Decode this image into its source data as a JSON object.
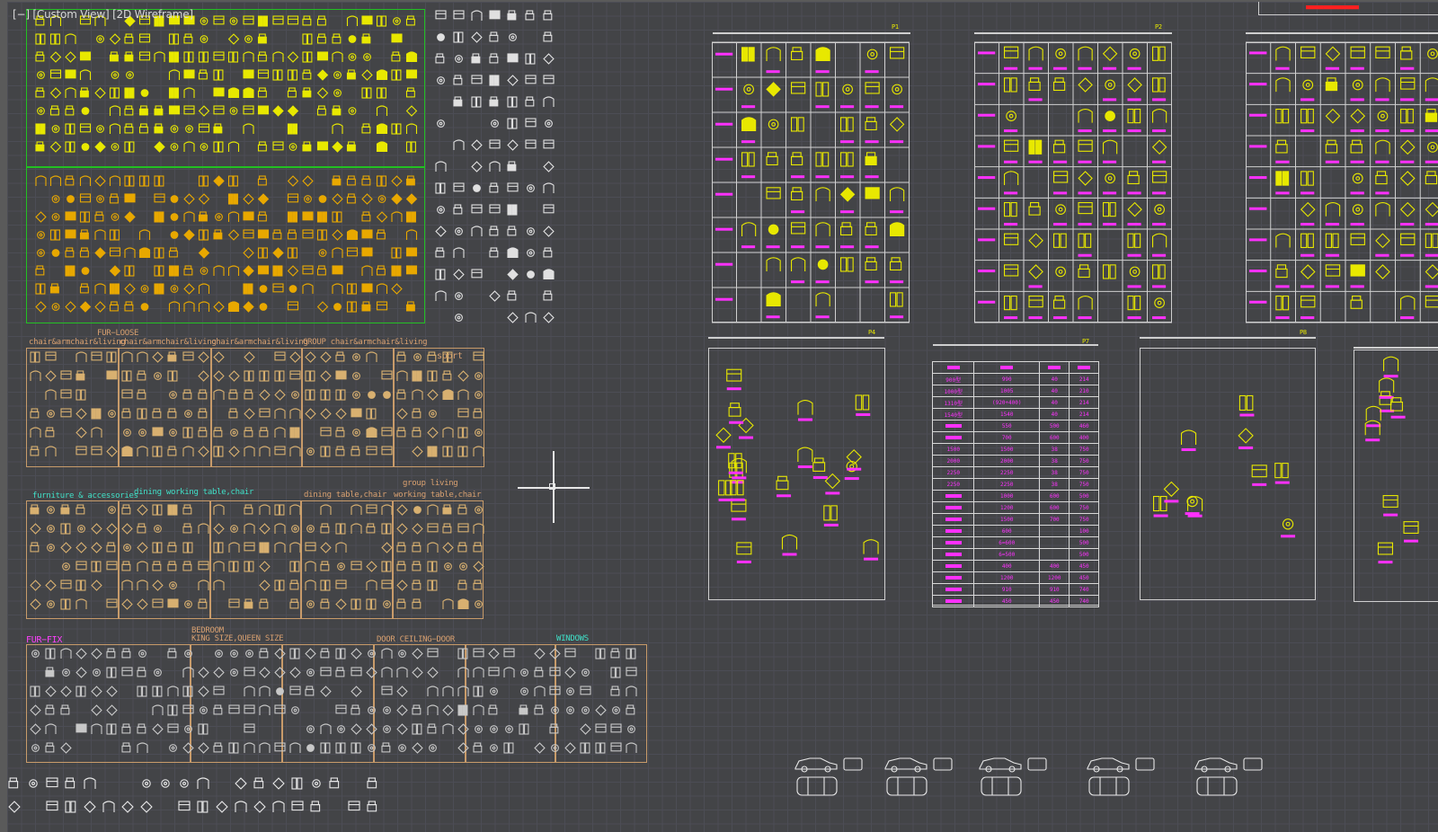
{
  "viewport": {
    "label": "[−] [Custom View] [2D Wireframe]",
    "cursor": "crosshair-cursor"
  },
  "colors": {
    "background": "#434447",
    "grid": "#4c4d55",
    "frame_green": "#22c022",
    "frame_tan": "#c89b6a",
    "frame_white": "#cfcfcf",
    "symbol_yellow": "#e8e800",
    "symbol_orange": "#e8a800",
    "symbol_white": "#e8e8e8",
    "tag_magenta": "#ff30ff",
    "accent_red": "#ff2020",
    "accent_cyan": "#40e0c8"
  },
  "sections": {
    "fur_loose": {
      "title": "FUR−LOOSE",
      "headers": [
        "chair&armchair&living",
        "chair&armchair&living",
        "chair&armchair&living",
        "GROUP  chair&armchair&living"
      ],
      "sport": "sport"
    },
    "furniture_row": {
      "headers": [
        "furniture & accessories",
        "dining working table,chair",
        "dining table,chair",
        "group living",
        "working table,chair"
      ]
    },
    "fur_fix": {
      "title": "FUR−FIX",
      "bedroom": "BEDROOM",
      "bed_sizes": "KING SIZE,QUEEN SIZE",
      "door": "DOOR  CEILING−DOOR",
      "windows": "WINDOWS"
    }
  },
  "sheets": {
    "p1": "P1",
    "p2": "P2",
    "p4": "P4",
    "p7": "P7",
    "p8": "P8"
  },
  "size_table": {
    "rows": [
      [
        "900型",
        "990",
        "40",
        "214"
      ],
      [
        "1000型",
        "1005",
        "40",
        "210"
      ],
      [
        "1310型",
        "(920+400)",
        "40",
        "214"
      ],
      [
        "1540型",
        "1540",
        "40",
        "214"
      ],
      [
        "",
        "550",
        "500",
        "460"
      ],
      [
        "",
        "700",
        "600",
        "400"
      ],
      [
        "1500",
        "1500",
        "38",
        "750"
      ],
      [
        "2000",
        "2000",
        "38",
        "750"
      ],
      [
        "2250",
        "2250",
        "38",
        "750"
      ],
      [
        "2250",
        "2250",
        "38",
        "750"
      ],
      [
        "",
        "1000",
        "600",
        "500"
      ],
      [
        "",
        "1200",
        "600",
        "750"
      ],
      [
        "",
        "1500",
        "700",
        "750"
      ],
      [
        "",
        "600",
        "",
        "100"
      ],
      [
        "",
        "6=600",
        "",
        "500"
      ],
      [
        "",
        "6=500",
        "",
        "500"
      ],
      [
        "",
        "400",
        "400",
        "450"
      ],
      [
        "",
        "1200",
        "1200",
        "450"
      ],
      [
        "",
        "910",
        "910",
        "740"
      ],
      [
        "",
        "450",
        "450",
        "740"
      ]
    ]
  }
}
